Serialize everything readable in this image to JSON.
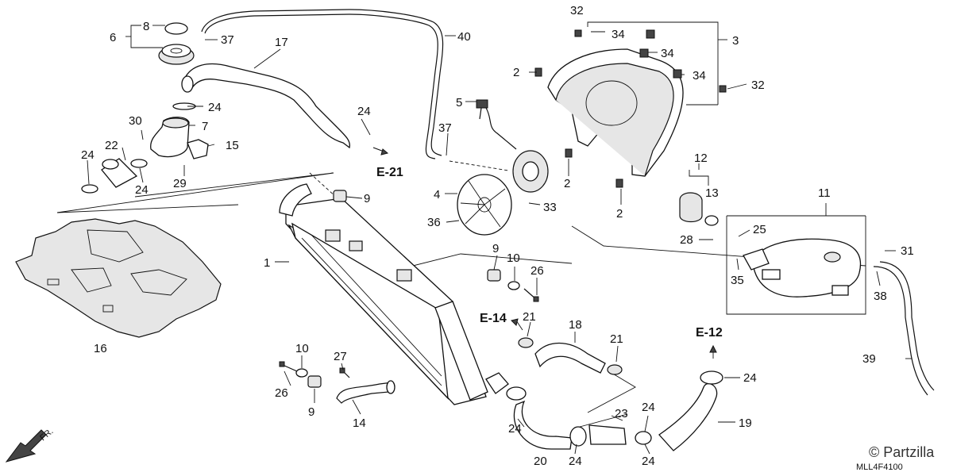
{
  "callouts": {
    "c1": "1",
    "c2a": "2",
    "c2b": "2",
    "c2c": "2",
    "c3": "3",
    "c4": "4",
    "c5": "5",
    "c6": "6",
    "c7": "7",
    "c8": "8",
    "c9a": "9",
    "c9b": "9",
    "c9c": "9",
    "c10a": "10",
    "c10b": "10",
    "c11": "11",
    "c12": "12",
    "c13": "13",
    "c14": "14",
    "c15": "15",
    "c16": "16",
    "c17": "17",
    "c18": "18",
    "c19": "19",
    "c20": "20",
    "c21a": "21",
    "c21b": "21",
    "c22": "22",
    "c23": "23",
    "c24a": "24",
    "c24b": "24",
    "c24c": "24",
    "c24d": "24",
    "c24e": "24",
    "c24f": "24",
    "c24g": "24",
    "c24h": "24",
    "c24i": "24",
    "c25": "25",
    "c26a": "26",
    "c26b": "26",
    "c27": "27",
    "c28": "28",
    "c29": "29",
    "c30": "30",
    "c31": "31",
    "c32a": "32",
    "c32b": "32",
    "c33": "33",
    "c34a": "34",
    "c34b": "34",
    "c34c": "34",
    "c35": "35",
    "c36": "36",
    "c37a": "37",
    "c37b": "37",
    "c38": "38",
    "c39": "39",
    "c40": "40"
  },
  "references": {
    "e21": "E-21",
    "e14": "E-14",
    "e12": "E-12"
  },
  "front_label": "FR.",
  "diagram_code": "MLL4F4100",
  "watermark": "© Partzilla"
}
